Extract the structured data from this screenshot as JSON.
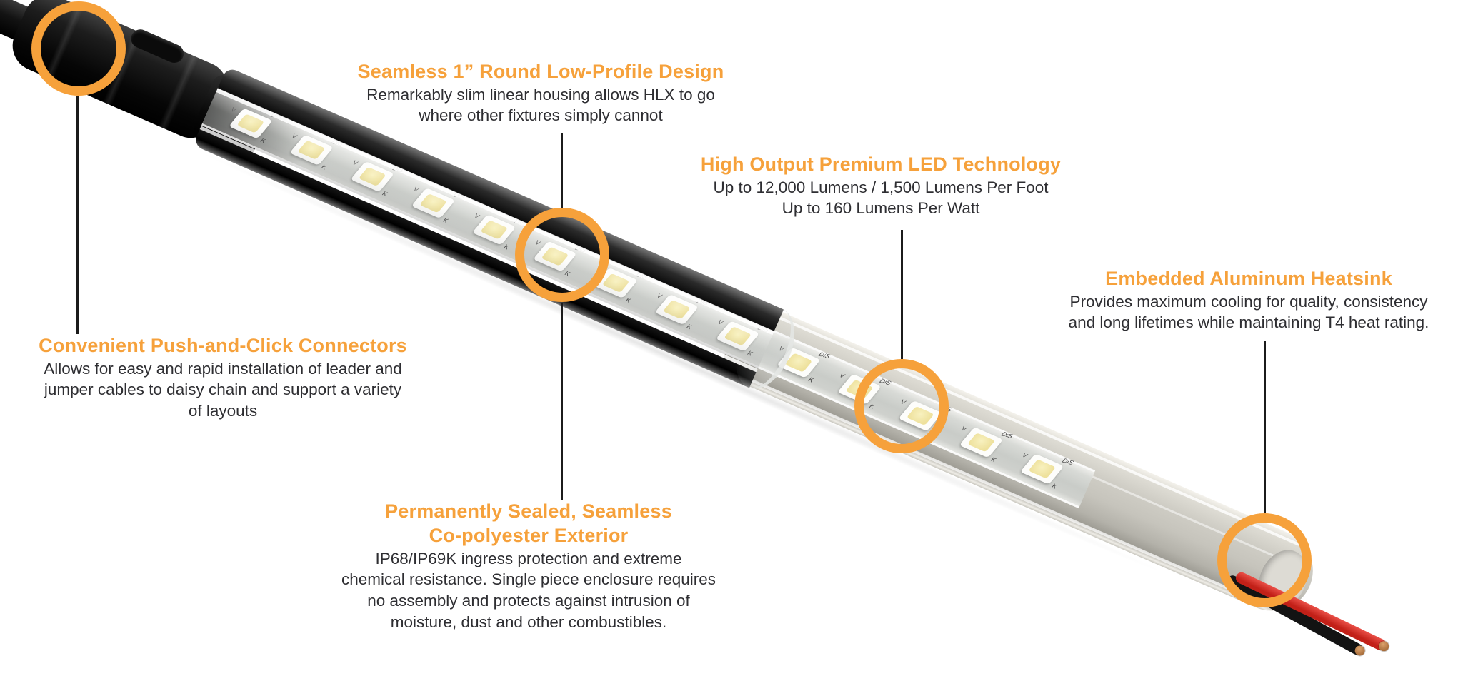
{
  "page": {
    "description": "HLX linear LED fixture feature infographic",
    "background": "#FFFFFF"
  },
  "colors": {
    "accent_orange": "#F6A13B",
    "body_text": "#2E2E32",
    "leader_line": "#1B1B1B",
    "wire_red": "#D42B24",
    "wire_black": "#141414",
    "copper": "#B97E49",
    "aluminum": "#CDCBC3",
    "tube_black": "#111111"
  },
  "callouts": {
    "design": {
      "title": "Seamless 1” Round Low-Profile Design",
      "body_lines": [
        "Remarkably slim linear housing allows HLX to go",
        "where other fixtures simply cannot"
      ]
    },
    "led": {
      "title": "High Output Premium LED Technology",
      "body_lines": [
        "Up to 12,000 Lumens / 1,500 Lumens Per Foot",
        "Up to 160 Lumens Per Watt"
      ]
    },
    "heatsink": {
      "title": "Embedded Aluminum Heatsink",
      "body_lines": [
        "Provides maximum cooling for quality, consistency",
        "and long lifetimes while maintaining T4 heat rating."
      ]
    },
    "connectors": {
      "title": "Convenient Push-and-Click Connectors",
      "body_lines": [
        "Allows for easy and rapid installation of leader and",
        "jumper cables to daisy chain and support a variety",
        "of layouts"
      ]
    },
    "sealed": {
      "title_lines": [
        "Permanently Sealed, Seamless",
        "Co-polyester Exterior"
      ],
      "body_lines": [
        "IP68/IP69K ingress protection and extreme",
        "chemical resistance. Single piece enclosure requires",
        "no assembly and protects against intrusion of",
        "moisture, dust and other combustibles."
      ]
    }
  },
  "fixture": {
    "chips": {
      "count": 14,
      "start": 490,
      "spacing": 93,
      "marking": {
        "label": "DiS",
        "anode": "V",
        "cathode": "K"
      }
    }
  }
}
